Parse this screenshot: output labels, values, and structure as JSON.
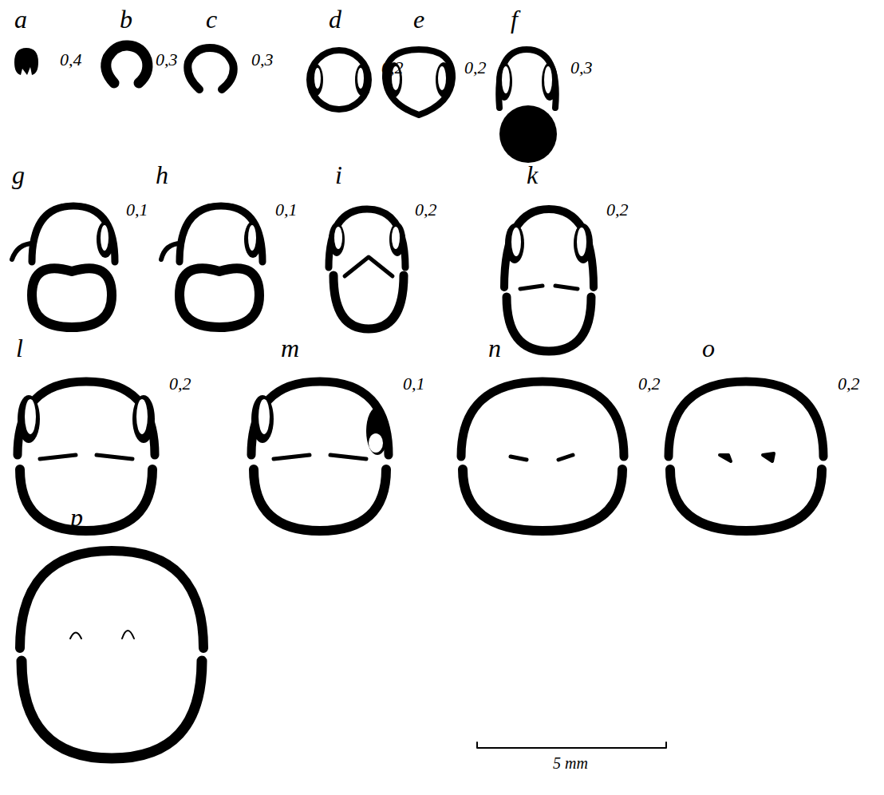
{
  "diagram": {
    "labels": [
      "a",
      "0,4",
      "b",
      "0,3",
      "c",
      "0,3",
      "d",
      "0,2",
      "e",
      "0,2",
      "f",
      "0,3",
      "g",
      "0,1",
      "h",
      "0,1",
      "i",
      "0,2",
      "k",
      "0,2",
      "l",
      "0,2",
      "m",
      "0,1",
      "n",
      "0,2",
      "o",
      "0,2",
      "p",
      "5 mm"
    ]
  }
}
